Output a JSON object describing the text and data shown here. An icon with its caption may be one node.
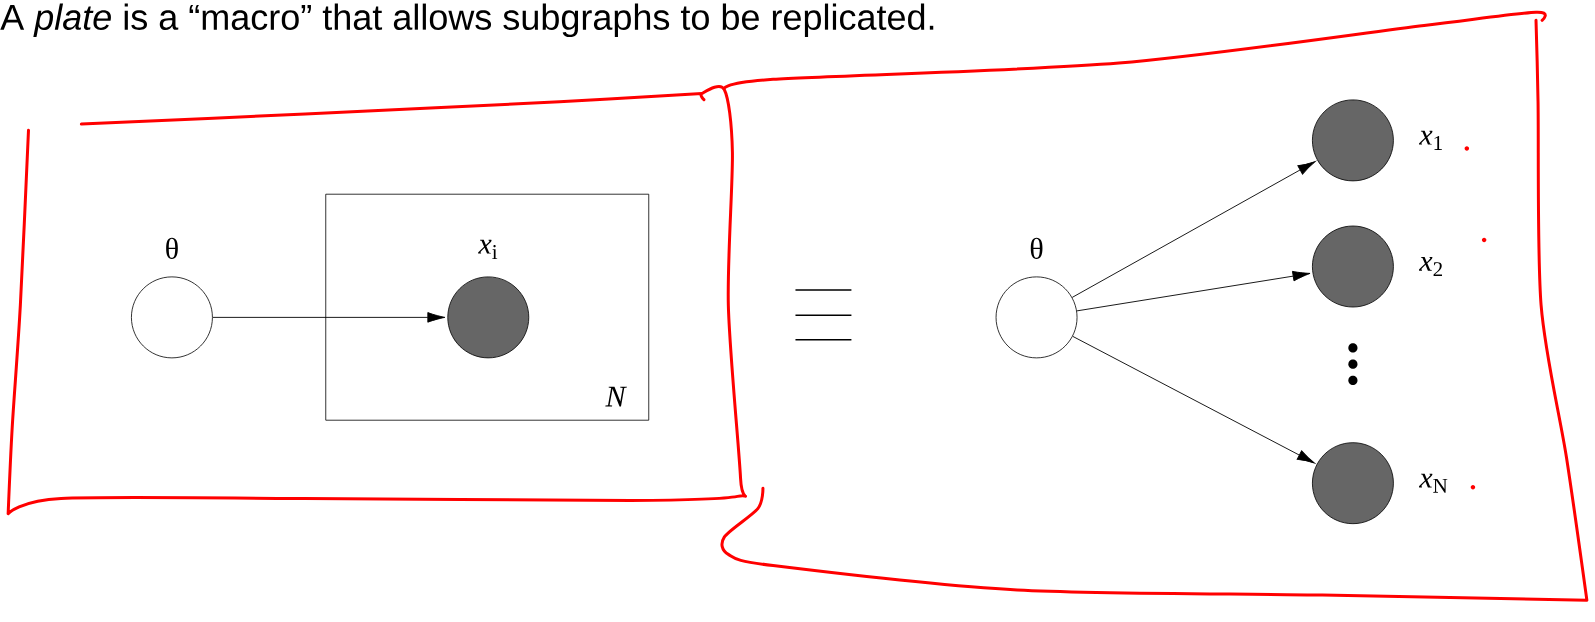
{
  "diagram": {
    "title": "A *plate* is a “macro” that allows subgraphs to be replicated.",
    "nodes": [
      {
        "text": [
          "θ"
        ]
      },
      {
        "text": [
          "*N*"
        ]
      },
      {
        "text": [
          "*x*$_{i}$"
        ],
        "in": 1
      },
      {
        "text": [
          "θ"
        ]
      },
      {
        "text": [
          "*x*$_{1}$"
        ]
      },
      {
        "text": [
          "*x*$_{2}$"
        ]
      },
      {
        "text": [
          "*x*$_{N}$"
        ]
      }
    ],
    "edges": [
      {
        "from": 0,
        "to": 2,
        "arrow": "to"
      },
      {
        "from": 3,
        "to": 4,
        "arrow": "to"
      },
      {
        "from": 3,
        "to": 5,
        "arrow": "to"
      },
      {
        "from": 3,
        "to": 6,
        "arrow": "to"
      }
    ]
  }
}
